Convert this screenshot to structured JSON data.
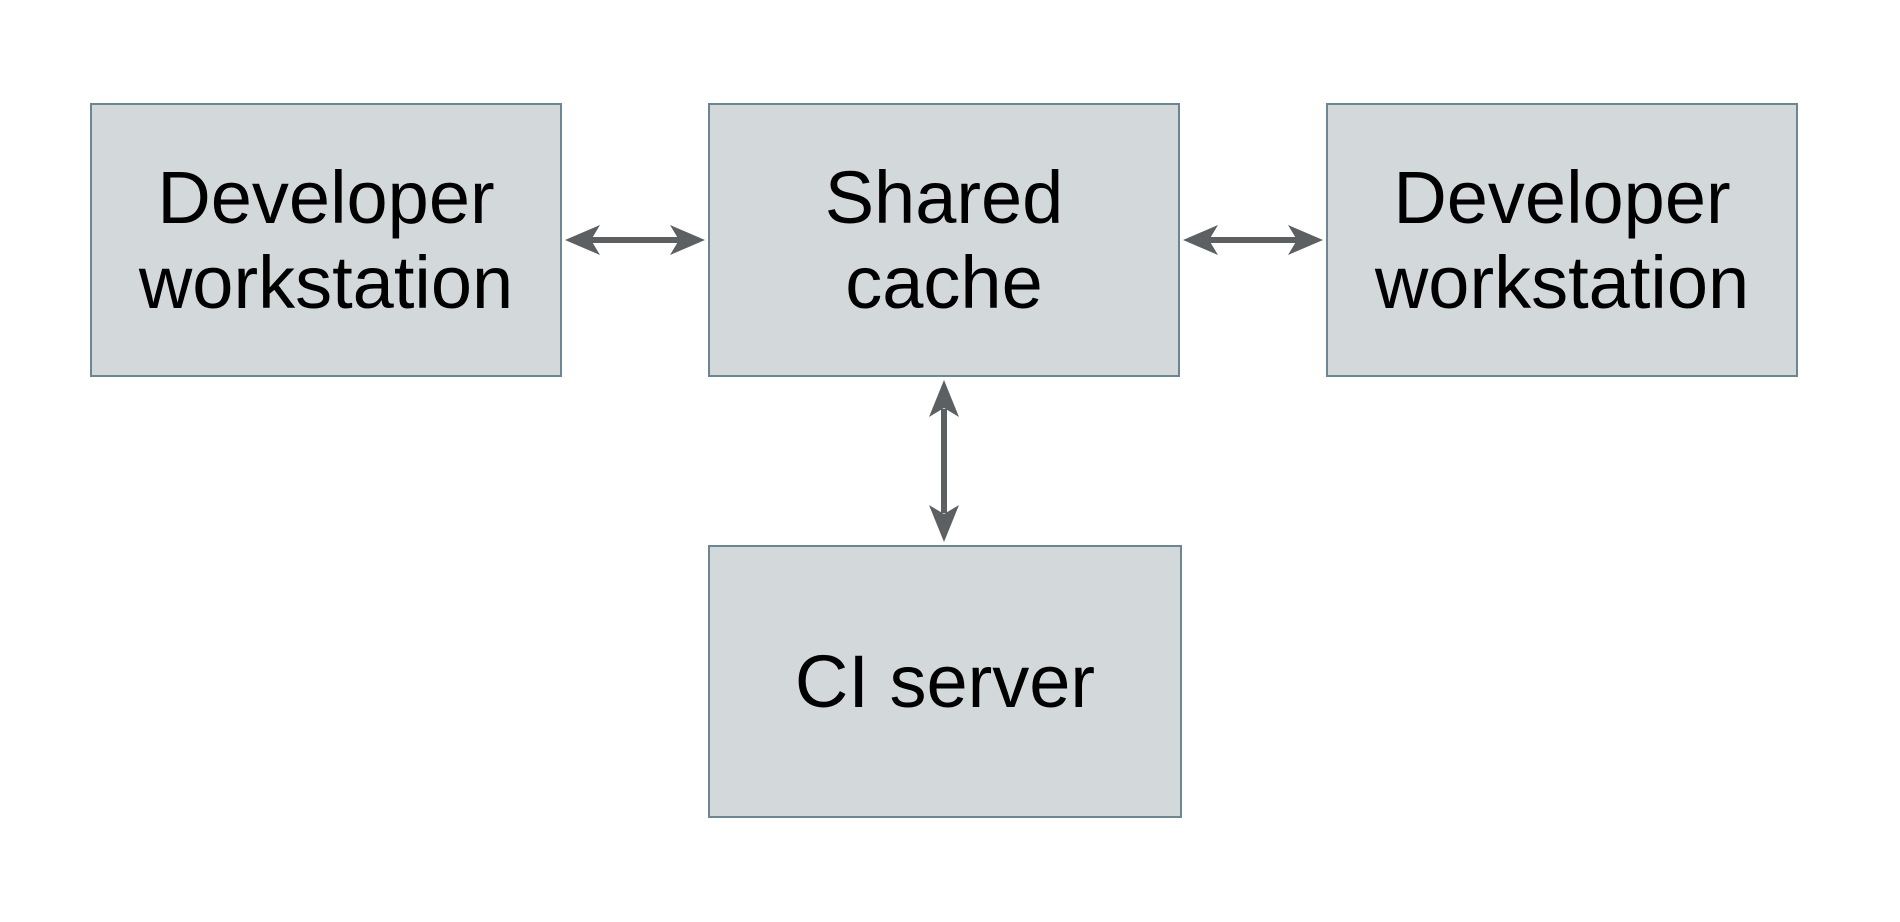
{
  "diagram": {
    "nodes": [
      {
        "id": "developer-workstation-left",
        "label": "Developer\nworkstation"
      },
      {
        "id": "shared-cache",
        "label": "Shared\ncache"
      },
      {
        "id": "developer-workstation-right",
        "label": "Developer\nworkstation"
      },
      {
        "id": "ci-server",
        "label": "CI server"
      }
    ],
    "edges": [
      {
        "from": "developer-workstation-left",
        "to": "shared-cache",
        "type": "bidirectional"
      },
      {
        "from": "developer-workstation-right",
        "to": "shared-cache",
        "type": "bidirectional"
      },
      {
        "from": "ci-server",
        "to": "shared-cache",
        "type": "bidirectional"
      }
    ]
  },
  "colors": {
    "background": "#ffffff",
    "node-fill": "#d3d9db",
    "node-border": "#6e8691",
    "arrow": "#5c6062",
    "text": "#000000"
  }
}
